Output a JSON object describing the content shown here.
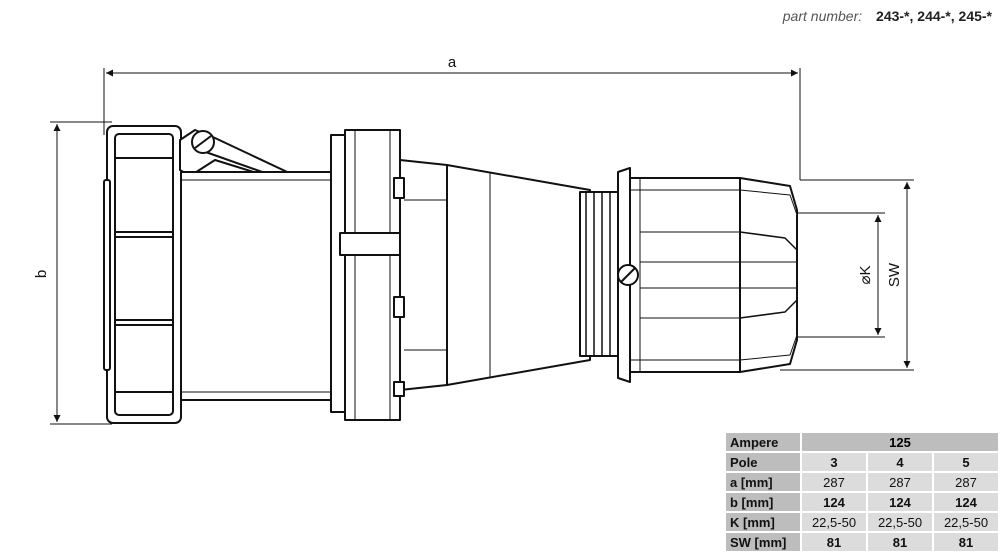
{
  "header": {
    "part_label": "part number:",
    "part_value": "243-*, 244-*, 245-*"
  },
  "dimensions": {
    "a": "a",
    "b": "b",
    "k": "⌀K",
    "sw": "SW"
  },
  "table": {
    "ampere_label": "Ampere",
    "ampere_value": "125",
    "rows": [
      {
        "label": "Pole",
        "values": [
          "3",
          "4",
          "5"
        ],
        "bold": true
      },
      {
        "label": "a [mm]",
        "values": [
          "287",
          "287",
          "287"
        ],
        "bold": false
      },
      {
        "label": "b [mm]",
        "values": [
          "124",
          "124",
          "124"
        ],
        "bold": true
      },
      {
        "label": "K [mm]",
        "values": [
          "22,5-50",
          "22,5-50",
          "22,5-50"
        ],
        "bold": false
      },
      {
        "label": "SW [mm]",
        "values": [
          "81",
          "81",
          "81"
        ],
        "bold": true
      }
    ]
  }
}
